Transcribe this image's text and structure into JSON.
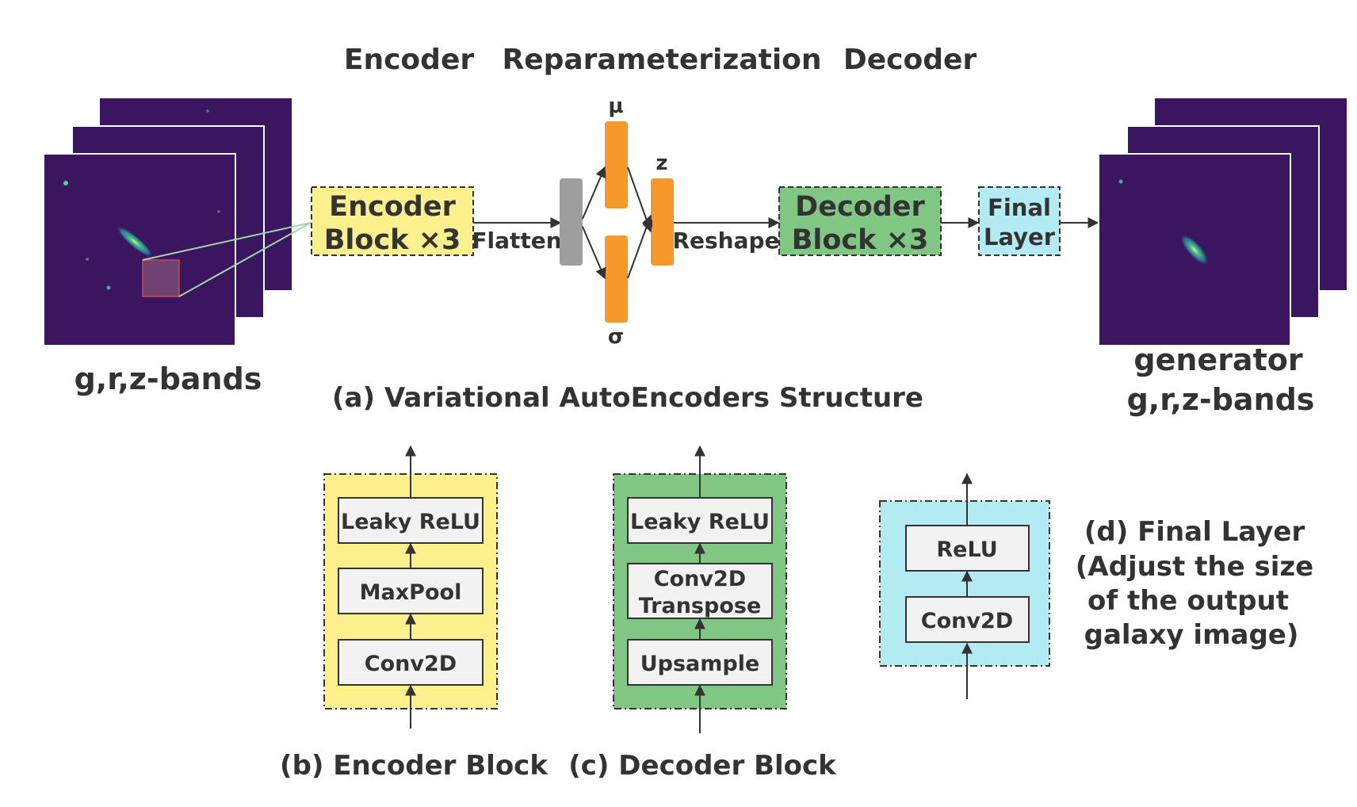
{
  "headings": {
    "encoder": "Encoder",
    "reparameterization": "Reparameterization",
    "decoder": "Decoder"
  },
  "input": {
    "caption": "g,r,z-bands"
  },
  "output": {
    "caption_line1": "generator",
    "caption_line2": "g,r,z-bands"
  },
  "main_flow": {
    "encoder_block_line1": "Encoder",
    "encoder_block_line2": "Block ×3",
    "flatten": "Flatten",
    "mu": "μ",
    "sigma": "σ",
    "z": "z",
    "reshape": "Reshape",
    "decoder_block_line1": "Decoder",
    "decoder_block_line2": "Block ×3",
    "final_layer_line1": "Final",
    "final_layer_line2": "Layer"
  },
  "captions": {
    "a": "(a) Variational AutoEncoders Structure",
    "b": "(b) Encoder Block",
    "c": "(c) Decoder Block",
    "d_line1": "(d) Final Layer",
    "d_line2": "(Adjust the size",
    "d_line3": "of the output",
    "d_line4": "galaxy image)"
  },
  "encoder_block": {
    "layers": [
      "Leaky ReLU",
      "MaxPool",
      "Conv2D"
    ]
  },
  "decoder_block": {
    "layers": [
      "Leaky ReLU",
      "Conv2D",
      "Transpose",
      "Upsample"
    ]
  },
  "final_layer": {
    "layers": [
      "ReLU",
      "Conv2D"
    ]
  },
  "colors": {
    "encoder_fill": "#fbf08c",
    "decoder_fill": "#81c784",
    "final_fill": "#b2ebf2",
    "latent_orange": "#f7992a",
    "flatten_gray": "#9e9e9e",
    "galaxy_bg": "#3c1560",
    "layer_box_fill": "#f2f2f2",
    "text": "#333333"
  }
}
